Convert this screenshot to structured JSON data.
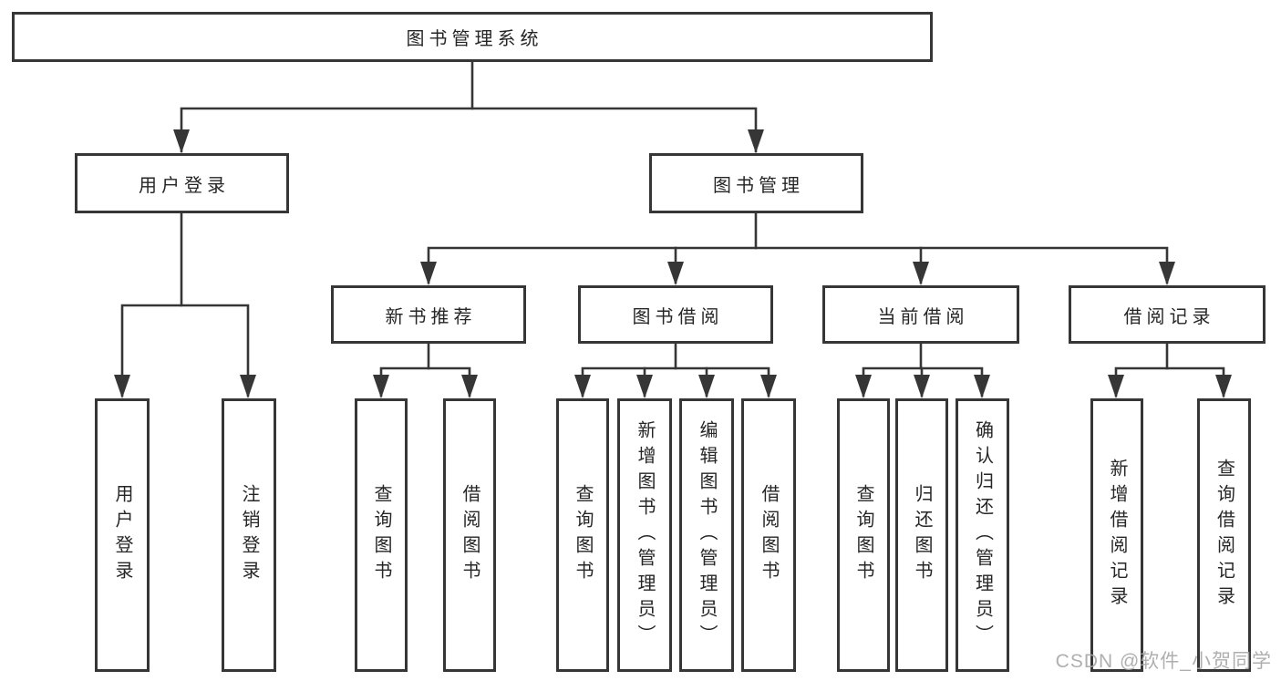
{
  "tree": {
    "root": {
      "label": "图书管理系统",
      "children": [
        {
          "label": "用户登录",
          "children": [
            {
              "label": "用户登录"
            },
            {
              "label": "注销登录"
            }
          ]
        },
        {
          "label": "图书管理",
          "children": [
            {
              "label": "新书推荐",
              "children": [
                {
                  "label": "查询图书"
                },
                {
                  "label": "借阅图书"
                }
              ]
            },
            {
              "label": "图书借阅",
              "children": [
                {
                  "label": "查询图书"
                },
                {
                  "label": "新增图书（管理员）"
                },
                {
                  "label": "编辑图书（管理员）"
                },
                {
                  "label": "借阅图书"
                }
              ]
            },
            {
              "label": "当前借阅",
              "children": [
                {
                  "label": "查询图书"
                },
                {
                  "label": "归还图书"
                },
                {
                  "label": "确认归还（管理员）"
                }
              ]
            },
            {
              "label": "借阅记录",
              "children": [
                {
                  "label": "新增借阅记录"
                },
                {
                  "label": "查询借阅记录"
                }
              ]
            }
          ]
        }
      ]
    }
  },
  "watermark": "CSDN @软件_小贺同学",
  "colors": {
    "line": "#363636",
    "text": "#262626",
    "box_fill": "#ffffff",
    "watermark": "#a6a6a6"
  }
}
